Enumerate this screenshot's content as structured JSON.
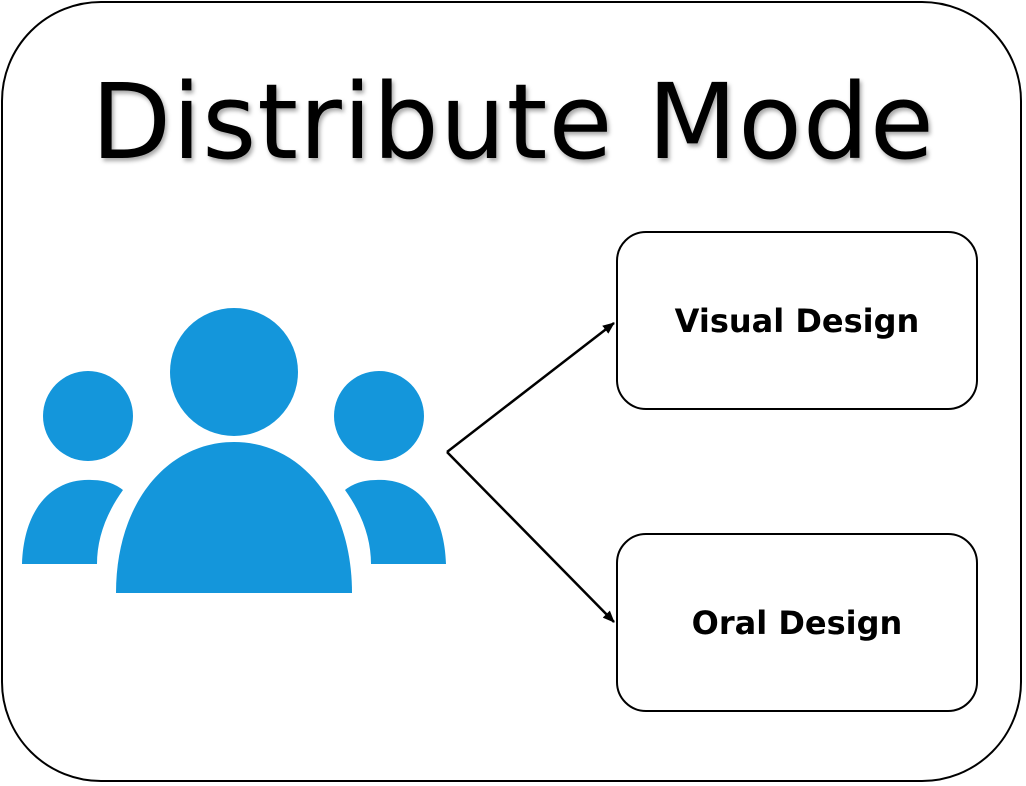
{
  "diagram": {
    "title": "Distribute Mode",
    "icon": "people-group-icon",
    "icon_color": "#1496db",
    "targets": [
      {
        "label": "Visual Design"
      },
      {
        "label": "Oral Design"
      }
    ]
  }
}
